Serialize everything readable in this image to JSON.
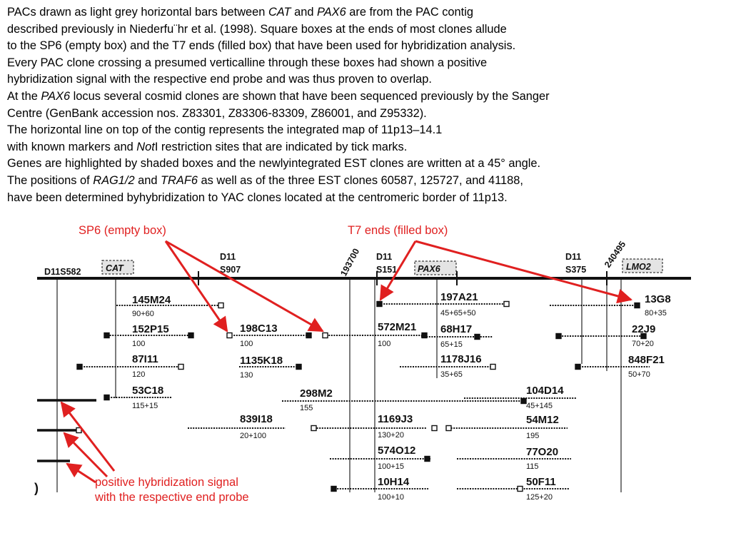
{
  "caption": {
    "lines": [
      [
        {
          "t": "PACs drawn as light grey horizontal bars between "
        },
        {
          "t": "CAT",
          "i": true
        },
        {
          "t": " and "
        },
        {
          "t": "PAX6",
          "i": true
        },
        {
          "t": " are from the PAC contig"
        }
      ],
      [
        {
          "t": "described previously in Niederfu¨hr et al. (1998). Square boxes at the ends of most clones allude"
        }
      ],
      [
        {
          "t": "to the SP6 (empty box) and the T7 ends (filled box) that have been used for hybridization analysis."
        }
      ],
      [
        {
          "t": "Every PAC clone crossing a presumed verticalline through these boxes had shown a positive"
        }
      ],
      [
        {
          "t": "hybridization signal with the respective end probe and was thus proven to overlap."
        }
      ],
      [
        {
          "t": "At the "
        },
        {
          "t": "PAX6",
          "i": true
        },
        {
          "t": " locus several cosmid clones are shown that have been sequenced previously by the Sanger"
        }
      ],
      [
        {
          "t": "Centre (GenBank accession nos. Z83301, Z83306-83309, Z86001, and Z95332)."
        }
      ],
      [
        {
          "t": "The horizontal line on top of the contig represents the integrated map of 11p13–14.1"
        }
      ],
      [
        {
          "t": "with known markers and "
        },
        {
          "t": "Not",
          "i": true
        },
        {
          "t": "I restriction sites that are indicated by tick marks."
        }
      ],
      [
        {
          "t": "Genes are highlighted by shaded boxes and the newlyintegrated EST clones are written at a 45° angle."
        }
      ],
      [
        {
          "t": "The positions of "
        },
        {
          "t": "RAG1/2",
          "i": true
        },
        {
          "t": " and "
        },
        {
          "t": "TRAF6",
          "i": true
        },
        {
          "t": " as well as of the three EST clones 60587, 125727, and 41188,"
        }
      ],
      [
        {
          "t": "have been determined byhybridization to YAC clones located at the centromeric border of 11p13."
        }
      ]
    ]
  },
  "diagram": {
    "annotations": {
      "sp6": "SP6 (empty box)",
      "t7": "T7 ends (filled box)",
      "positive_line1": "positive hybridization signal",
      "positive_line2": "with the respective end probe"
    },
    "markers": [
      {
        "id": "d11s582",
        "line1": "D11S582"
      },
      {
        "id": "d11s907",
        "line1": "D11",
        "line2": "S907"
      },
      {
        "id": "d11s151",
        "line1": "D11",
        "line2": "S151"
      },
      {
        "id": "d11s375",
        "line1": "D11",
        "line2": "S375"
      }
    ],
    "genes": [
      {
        "id": "cat",
        "label": "CAT"
      },
      {
        "id": "pax6",
        "label": "PAX6"
      },
      {
        "id": "lmo2",
        "label": "LMO2"
      }
    ],
    "ests": [
      {
        "id": "est-193700",
        "label": "193700"
      },
      {
        "id": "est-240495",
        "label": "240495"
      }
    ],
    "clones": [
      {
        "name": "145M24",
        "size": "90+60"
      },
      {
        "name": "152P15",
        "size": "100"
      },
      {
        "name": "87I11",
        "size": "120"
      },
      {
        "name": "53C18",
        "size": "115+15"
      },
      {
        "name": "198C13",
        "size": "100"
      },
      {
        "name": "1135K18",
        "size": "130"
      },
      {
        "name": "839I18",
        "size": "20+100"
      },
      {
        "name": "298M2",
        "size": "155"
      },
      {
        "name": "572M21",
        "size": "100"
      },
      {
        "name": "1169J3",
        "size": "130+20"
      },
      {
        "name": "574O12",
        "size": "100+15"
      },
      {
        "name": "10H14",
        "size": "100+10"
      },
      {
        "name": "197A21",
        "size": "45+65+50"
      },
      {
        "name": "68H17",
        "size": "65+15"
      },
      {
        "name": "1178J16",
        "size": "35+65"
      },
      {
        "name": "104D14",
        "size": "45+145"
      },
      {
        "name": "54M12",
        "size": "195"
      },
      {
        "name": "77O20",
        "size": "115"
      },
      {
        "name": "50F11",
        "size": "125+20"
      },
      {
        "name": "13G8",
        "size": "80+35"
      },
      {
        "name": "22J9",
        "size": "70+20"
      },
      {
        "name": "848F21",
        "size": "50+70"
      }
    ],
    "colors": {
      "annotation": "#e02020",
      "ink": "#111111",
      "gene_box": "#e4e4e4"
    }
  }
}
